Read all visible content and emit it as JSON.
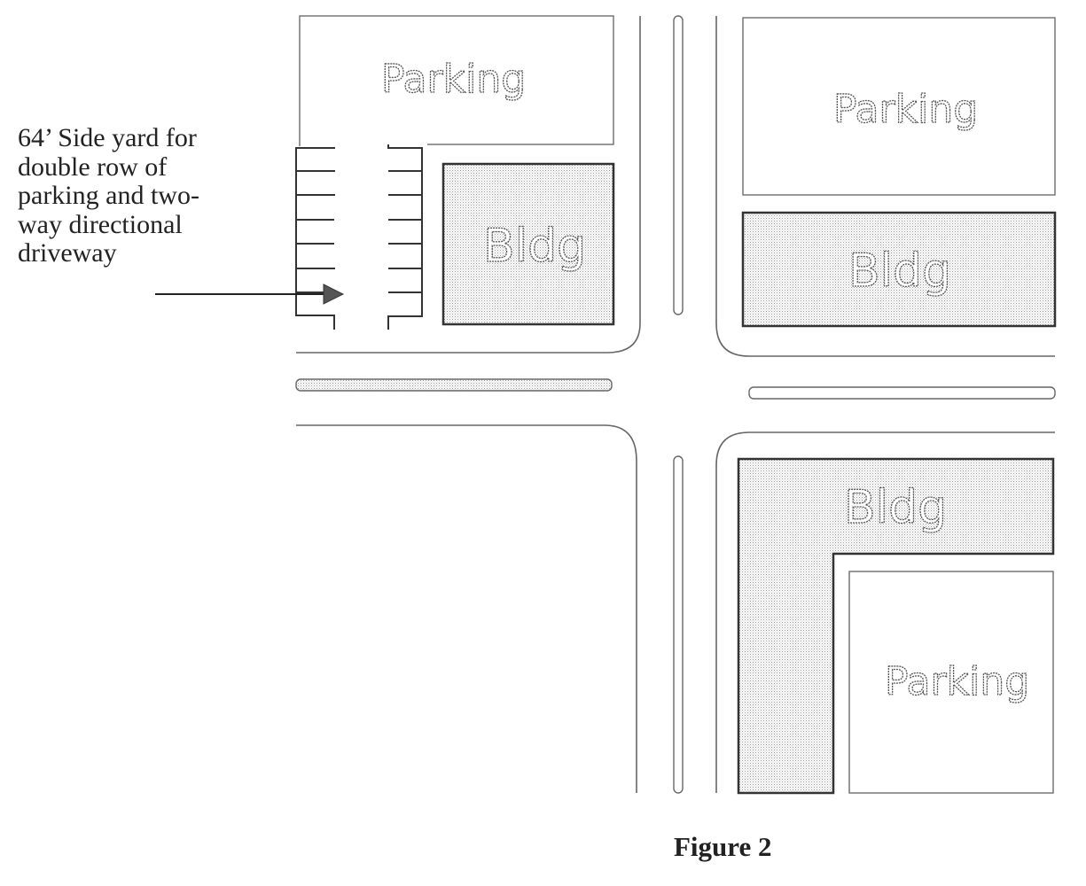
{
  "annotation": {
    "lines": [
      "64’ Side yard for",
      "double row of",
      "parking and two-",
      "way directional",
      "driveway"
    ]
  },
  "blocks": {
    "top_left_parking": "Parking",
    "top_left_bldg": "Bldg",
    "top_right_parking": "Parking",
    "top_right_bldg": "Bldg",
    "bottom_right_bldg": "Bldg",
    "bottom_right_parking": "Parking"
  },
  "caption": "Figure 2",
  "colors": {
    "line": "#333333",
    "stipple": "#9a9a9a"
  }
}
